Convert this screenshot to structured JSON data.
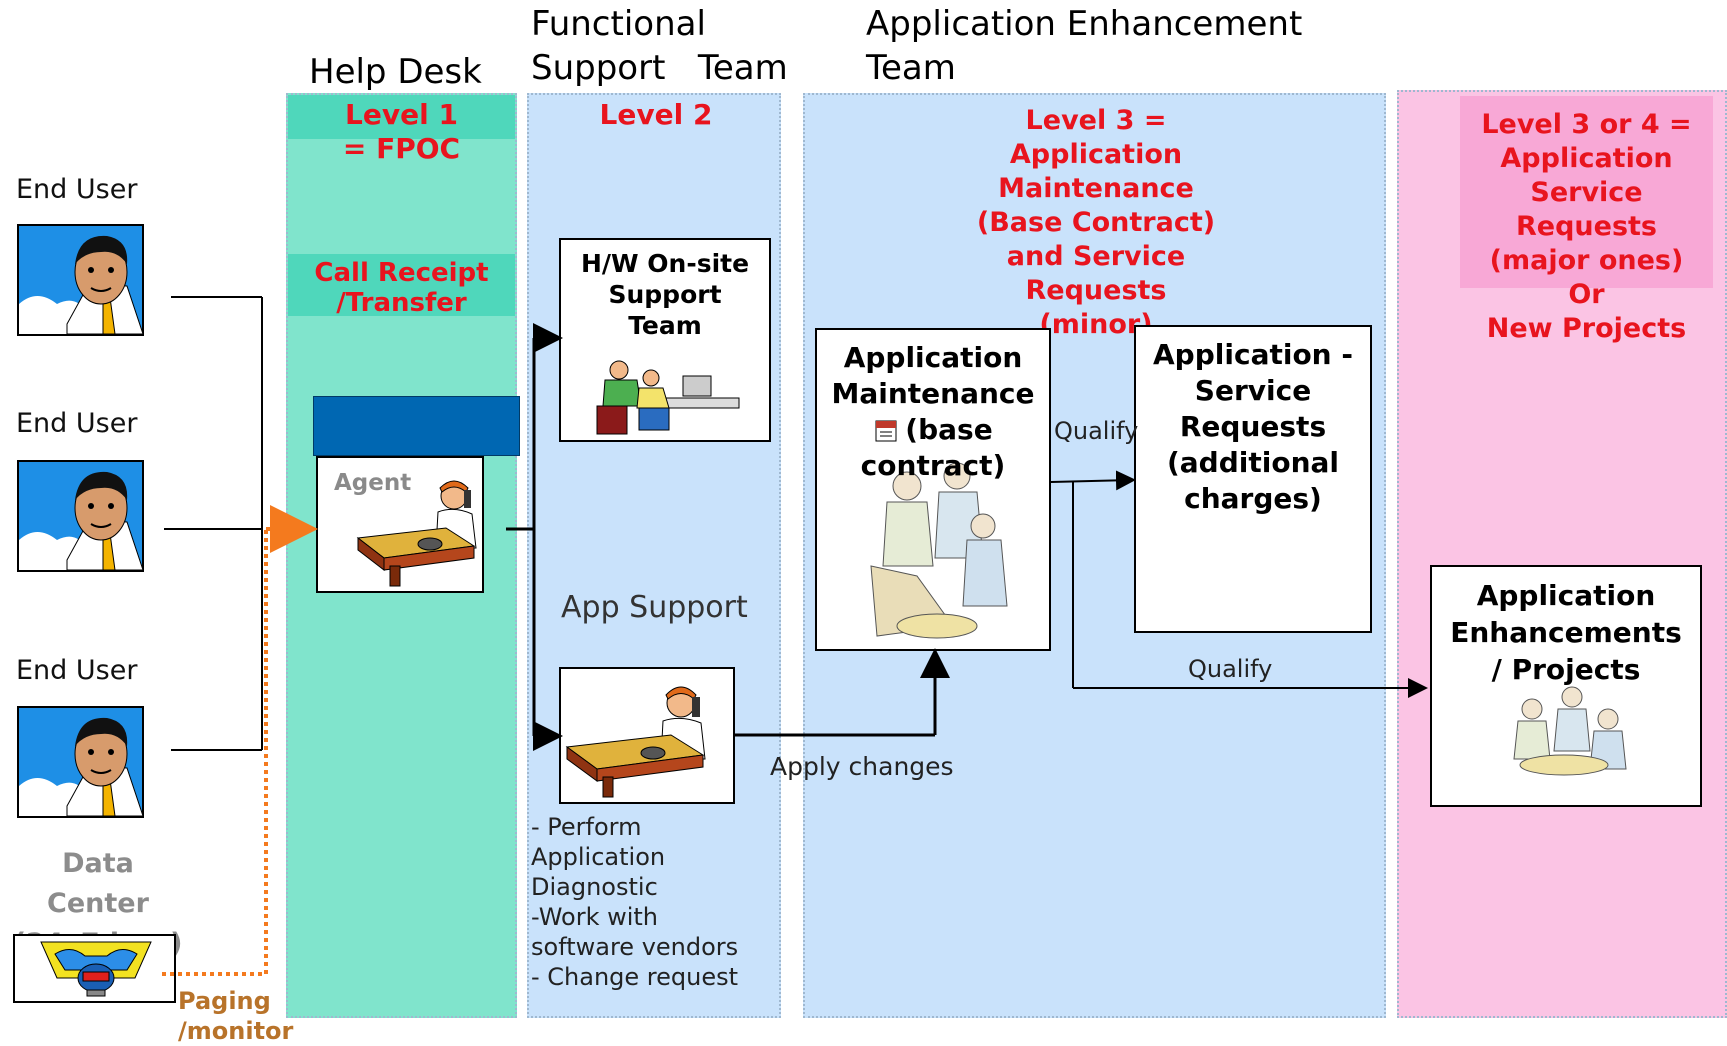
{
  "headers": {
    "help_desk": "Help Desk",
    "functional_line1": "Functional",
    "functional_line2": "Support   Team",
    "app_enh_line1": "Application Enhancement",
    "app_enh_line2": "Team"
  },
  "help_desk": {
    "level": [
      "Level  1",
      "= FPOC"
    ],
    "call_receipt": [
      "Call Receipt",
      "/Transfer"
    ],
    "agent_label": "Agent"
  },
  "functional": {
    "level": "Level 2",
    "hw_support": [
      "H/W On-site",
      "Support",
      "Team"
    ],
    "app_support": "App Support",
    "notes": [
      "- Perform",
      "Application",
      "Diagnostic",
      "-Work with",
      "software vendors",
      "- Change request"
    ]
  },
  "enhancement": {
    "level": [
      "Level 3 =",
      "Application",
      "Maintenance",
      "(Base Contract)",
      "and Service",
      "Requests",
      "(minor)"
    ],
    "maintenance_box": [
      "Application",
      "Maintenance",
      "(base",
      "contract)"
    ],
    "service_box": [
      "Application -",
      "Service",
      "Requests",
      "(additional",
      "charges)"
    ],
    "qualify_1": "Qualify",
    "qualify_2": "Qualify",
    "apply_changes": "Apply changes"
  },
  "projects": {
    "level": [
      "Level  3 or 4 =",
      "Application",
      "Service",
      "Requests",
      "(major ones)",
      "Or",
      "New Projects"
    ],
    "box": [
      "Application",
      "Enhancements",
      "/ Projects"
    ]
  },
  "left": {
    "end_user_1": "End User",
    "end_user_2": "End User",
    "end_user_3": "End User",
    "data_center": [
      "Data Center",
      "(24x7days)"
    ],
    "paging": [
      "Paging",
      "/monitor"
    ]
  },
  "colors": {
    "help_desk_lane": "#80e4cc",
    "help_desk_band": "#4fd7bb",
    "functional_lane": "#c9e2fb",
    "enhancement_lane": "#c9e2fb",
    "projects_lane": "#fbc4e4",
    "projects_level_bg": "#f8a8d6",
    "level_text": "#e8141e",
    "agent_bar": "#0067b2",
    "paging_line": "#f47a1e"
  },
  "icons": [
    "person-avatar-icon",
    "agent-desk-icon",
    "technician-icon",
    "team-meeting-icon",
    "server-alarm-icon",
    "doc-icon"
  ]
}
